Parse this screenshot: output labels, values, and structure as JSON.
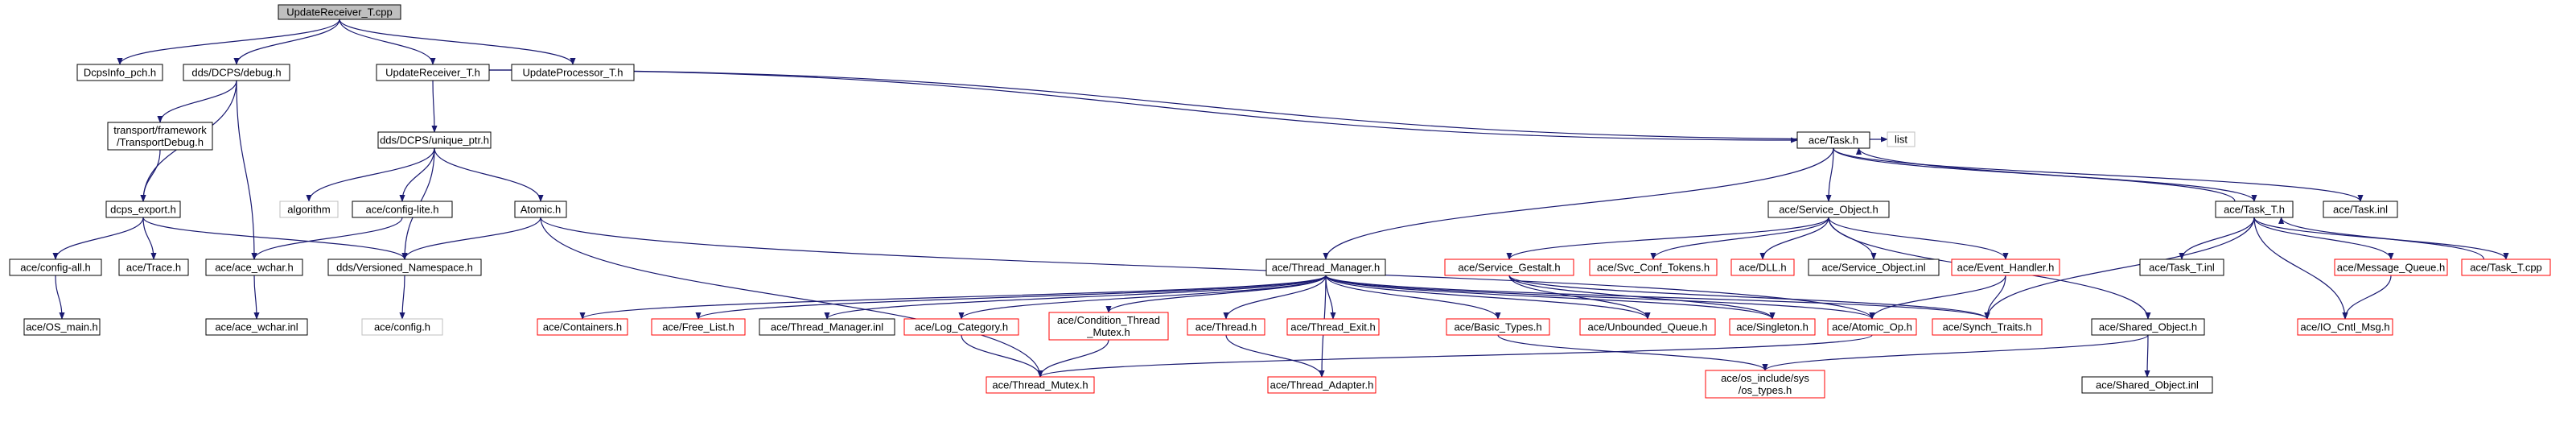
{
  "diagram": {
    "colors": {
      "edge": "#191970",
      "box_border": "#000000",
      "missing_border": "#ff0000",
      "external_border": "#bfbfbf",
      "root_fill": "#bfbfbf",
      "text": "#000000",
      "external_text": "#808080"
    },
    "nodes": [
      {
        "id": "root",
        "lines": [
          "UpdateReceiver_T.cpp"
        ],
        "kind": "root"
      },
      {
        "id": "dcpsinfo_pch",
        "lines": [
          "DcpsInfo_pch.h"
        ],
        "kind": "normal"
      },
      {
        "id": "dcps_debug",
        "lines": [
          "dds/DCPS/debug.h"
        ],
        "kind": "normal"
      },
      {
        "id": "updatereceiver_h",
        "lines": [
          "UpdateReceiver_T.h"
        ],
        "kind": "normal"
      },
      {
        "id": "updateprocessor_h",
        "lines": [
          "UpdateProcessor_T.h"
        ],
        "kind": "normal"
      },
      {
        "id": "transportdebug",
        "lines": [
          "transport/framework",
          "/TransportDebug.h"
        ],
        "kind": "normal"
      },
      {
        "id": "unique_ptr",
        "lines": [
          "dds/DCPS/unique_ptr.h"
        ],
        "kind": "normal"
      },
      {
        "id": "list",
        "lines": [
          "list"
        ],
        "kind": "external"
      },
      {
        "id": "task_h",
        "lines": [
          "ace/Task.h"
        ],
        "kind": "normal"
      },
      {
        "id": "dcps_export",
        "lines": [
          "dcps_export.h"
        ],
        "kind": "normal"
      },
      {
        "id": "algorithm",
        "lines": [
          "algorithm"
        ],
        "kind": "external"
      },
      {
        "id": "config_lite",
        "lines": [
          "ace/config-lite.h"
        ],
        "kind": "normal"
      },
      {
        "id": "atomic_h",
        "lines": [
          "Atomic.h"
        ],
        "kind": "normal"
      },
      {
        "id": "service_object",
        "lines": [
          "ace/Service_Object.h"
        ],
        "kind": "normal"
      },
      {
        "id": "task_t_h",
        "lines": [
          "ace/Task_T.h"
        ],
        "kind": "normal"
      },
      {
        "id": "task_inl",
        "lines": [
          "ace/Task.inl"
        ],
        "kind": "normal"
      },
      {
        "id": "config_all",
        "lines": [
          "ace/config-all.h"
        ],
        "kind": "normal"
      },
      {
        "id": "trace_h",
        "lines": [
          "ace/Trace.h"
        ],
        "kind": "normal"
      },
      {
        "id": "ace_wchar",
        "lines": [
          "ace/ace_wchar.h"
        ],
        "kind": "normal"
      },
      {
        "id": "versioned_ns",
        "lines": [
          "dds/Versioned_Namespace.h"
        ],
        "kind": "normal"
      },
      {
        "id": "thread_manager",
        "lines": [
          "ace/Thread_Manager.h"
        ],
        "kind": "normal"
      },
      {
        "id": "service_gestalt",
        "lines": [
          "ace/Service_Gestalt.h"
        ],
        "kind": "missing"
      },
      {
        "id": "svc_conf_tokens",
        "lines": [
          "ace/Svc_Conf_Tokens.h"
        ],
        "kind": "missing"
      },
      {
        "id": "dll_h",
        "lines": [
          "ace/DLL.h"
        ],
        "kind": "missing"
      },
      {
        "id": "service_object_inl",
        "lines": [
          "ace/Service_Object.inl"
        ],
        "kind": "normal"
      },
      {
        "id": "event_handler",
        "lines": [
          "ace/Event_Handler.h"
        ],
        "kind": "missing"
      },
      {
        "id": "task_t_inl",
        "lines": [
          "ace/Task_T.inl"
        ],
        "kind": "normal"
      },
      {
        "id": "message_queue",
        "lines": [
          "ace/Message_Queue.h"
        ],
        "kind": "missing"
      },
      {
        "id": "task_t_cpp",
        "lines": [
          "ace/Task_T.cpp"
        ],
        "kind": "missing"
      },
      {
        "id": "os_main",
        "lines": [
          "ace/OS_main.h"
        ],
        "kind": "normal"
      },
      {
        "id": "ace_wchar_inl",
        "lines": [
          "ace/ace_wchar.inl"
        ],
        "kind": "normal"
      },
      {
        "id": "ace_config",
        "lines": [
          "ace/config.h"
        ],
        "kind": "external"
      },
      {
        "id": "containers",
        "lines": [
          "ace/Containers.h"
        ],
        "kind": "missing"
      },
      {
        "id": "free_list",
        "lines": [
          "ace/Free_List.h"
        ],
        "kind": "missing"
      },
      {
        "id": "thread_manager_inl",
        "lines": [
          "ace/Thread_Manager.inl"
        ],
        "kind": "normal"
      },
      {
        "id": "log_category",
        "lines": [
          "ace/Log_Category.h"
        ],
        "kind": "missing"
      },
      {
        "id": "condition_thread_mutex",
        "lines": [
          "ace/Condition_Thread",
          "_Mutex.h"
        ],
        "kind": "missing"
      },
      {
        "id": "thread_h",
        "lines": [
          "ace/Thread.h"
        ],
        "kind": "missing"
      },
      {
        "id": "thread_exit",
        "lines": [
          "ace/Thread_Exit.h"
        ],
        "kind": "missing"
      },
      {
        "id": "basic_types",
        "lines": [
          "ace/Basic_Types.h"
        ],
        "kind": "missing"
      },
      {
        "id": "unbounded_queue",
        "lines": [
          "ace/Unbounded_Queue.h"
        ],
        "kind": "missing"
      },
      {
        "id": "singleton",
        "lines": [
          "ace/Singleton.h"
        ],
        "kind": "missing"
      },
      {
        "id": "atomic_op",
        "lines": [
          "ace/Atomic_Op.h"
        ],
        "kind": "missing"
      },
      {
        "id": "synch_traits",
        "lines": [
          "ace/Synch_Traits.h"
        ],
        "kind": "missing"
      },
      {
        "id": "shared_object",
        "lines": [
          "ace/Shared_Object.h"
        ],
        "kind": "normal"
      },
      {
        "id": "io_cntl_msg",
        "lines": [
          "ace/IO_Cntl_Msg.h"
        ],
        "kind": "missing"
      },
      {
        "id": "thread_mutex",
        "lines": [
          "ace/Thread_Mutex.h"
        ],
        "kind": "missing"
      },
      {
        "id": "thread_adapter",
        "lines": [
          "ace/Thread_Adapter.h"
        ],
        "kind": "missing"
      },
      {
        "id": "os_types",
        "lines": [
          "ace/os_include/sys",
          "/os_types.h"
        ],
        "kind": "missing"
      },
      {
        "id": "shared_object_inl",
        "lines": [
          "ace/Shared_Object.inl"
        ],
        "kind": "normal"
      }
    ]
  }
}
